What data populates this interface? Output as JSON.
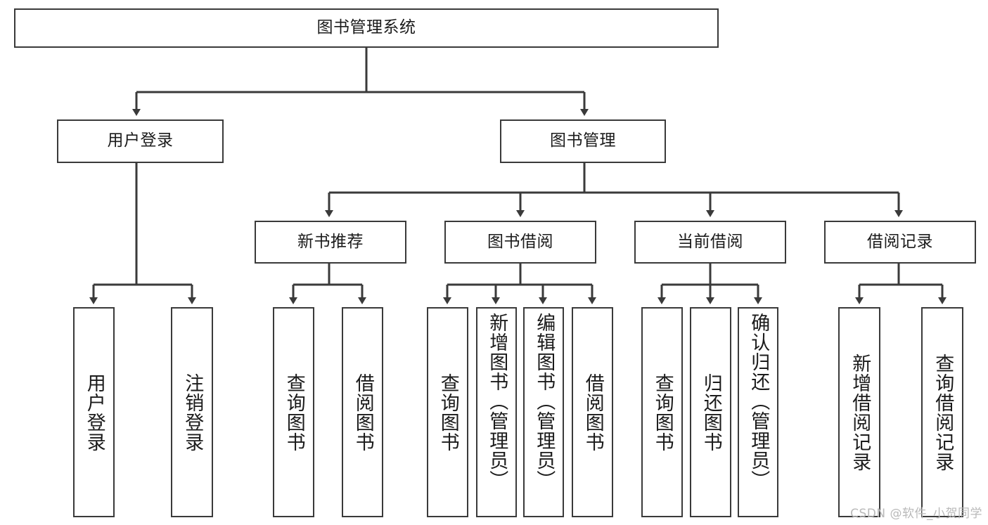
{
  "diagram": {
    "type": "tree-hierarchy",
    "title": "图书管理系统",
    "watermark": "CSDN @软件_小贺同学",
    "colors": {
      "stroke": "#3a3a3a",
      "fill": "#ffffff",
      "text": "#1b1b1b",
      "watermark": "#b9b9b9"
    }
  },
  "nodes": {
    "root": {
      "label": "图书管理系统"
    },
    "level2": [
      {
        "id": "user-login",
        "label": "用户登录"
      },
      {
        "id": "book-manage",
        "label": "图书管理"
      }
    ],
    "level3": [
      {
        "id": "new-book-recommend",
        "label": "新书推荐"
      },
      {
        "id": "book-borrow",
        "label": "图书借阅"
      },
      {
        "id": "current-borrow",
        "label": "当前借阅"
      },
      {
        "id": "borrow-record",
        "label": "借阅记录"
      }
    ],
    "leaves": {
      "user-login": [
        {
          "id": "leaf-user-login",
          "label": "用户登录"
        },
        {
          "id": "leaf-user-logout",
          "label": "注销登录"
        }
      ],
      "new-book-recommend": [
        {
          "id": "leaf-query-book-1",
          "label": "查询图书"
        },
        {
          "id": "leaf-borrow-book-1",
          "label": "借阅图书"
        }
      ],
      "book-borrow": [
        {
          "id": "leaf-query-book-2",
          "label": "查询图书"
        },
        {
          "id": "leaf-add-book",
          "label": "新增图书（管理员）"
        },
        {
          "id": "leaf-edit-book",
          "label": "编辑图书（管理员）"
        },
        {
          "id": "leaf-borrow-book-2",
          "label": "借阅图书"
        }
      ],
      "current-borrow": [
        {
          "id": "leaf-query-book-3",
          "label": "查询图书"
        },
        {
          "id": "leaf-return-book",
          "label": "归还图书"
        },
        {
          "id": "leaf-confirm-return",
          "label": "确认归还（管理员）"
        }
      ],
      "borrow-record": [
        {
          "id": "leaf-add-record",
          "label": "新增借阅记录"
        },
        {
          "id": "leaf-query-record",
          "label": "查询借阅记录"
        }
      ]
    }
  }
}
